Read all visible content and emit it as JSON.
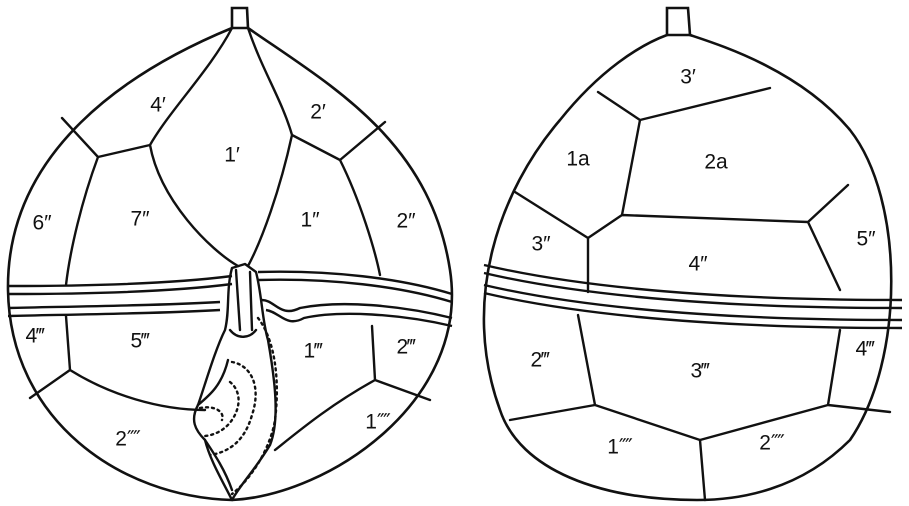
{
  "ventral_view": {
    "plate_labels": {
      "p4prime": "4′",
      "p2prime": "2′",
      "p1prime": "1′",
      "p6pp": "6″",
      "p7pp": "7″",
      "p1pp": "1″",
      "p2pp": "2″",
      "p4ppp": "4‴",
      "p5ppp": "5‴",
      "p1ppp": "1‴",
      "p2ppp": "2‴",
      "p2pppp": "2⁗",
      "p1pppp": "1⁗"
    }
  },
  "dorsal_view": {
    "plate_labels": {
      "p3prime": "3′",
      "p1a": "1a",
      "p2a": "2a",
      "p3pp": "3″",
      "p4pp": "4″",
      "p5pp": "5″",
      "p2ppp": "2‴",
      "p3ppp": "3‴",
      "p4ppp": "4‴",
      "p1pppp": "1⁗",
      "p2pppp": "2⁗"
    }
  }
}
